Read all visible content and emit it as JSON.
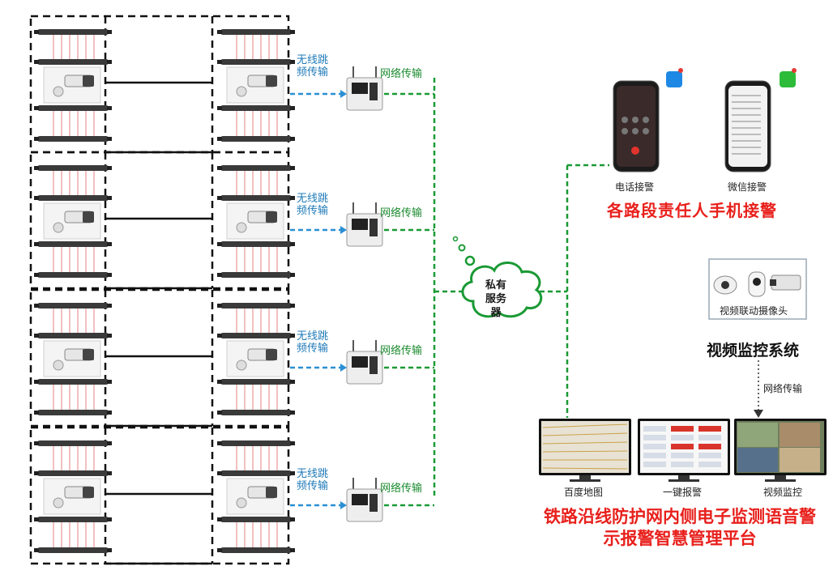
{
  "labels": {
    "wireless": "无线跳频传输",
    "network": "网络传输",
    "server": "私有服务器",
    "phone_call": "电话接警",
    "wechat": "微信接警",
    "mobile_title": "各路段责任人手机接警",
    "camera_label": "视频联动摄像头",
    "video_system": "视频监控系统",
    "network_vertical": "网络传输",
    "monitor_map": "百度地图",
    "monitor_alarm": "一键报警",
    "monitor_video": "视频监控",
    "platform_title": "铁路沿线防护网内侧电子监测语音警示报警智慧管理平台"
  },
  "colors": {
    "wireless_line": "#2a8fd4",
    "network_line": "#1a9a35",
    "red_text": "#e8201c",
    "cloud_fill": "#ffffff",
    "cloud_stroke": "#1a9a35"
  },
  "icons": [
    "phone-call-icon",
    "wechat-icon",
    "dome-camera-icon",
    "ptz-camera-icon",
    "bullet-camera-icon"
  ]
}
